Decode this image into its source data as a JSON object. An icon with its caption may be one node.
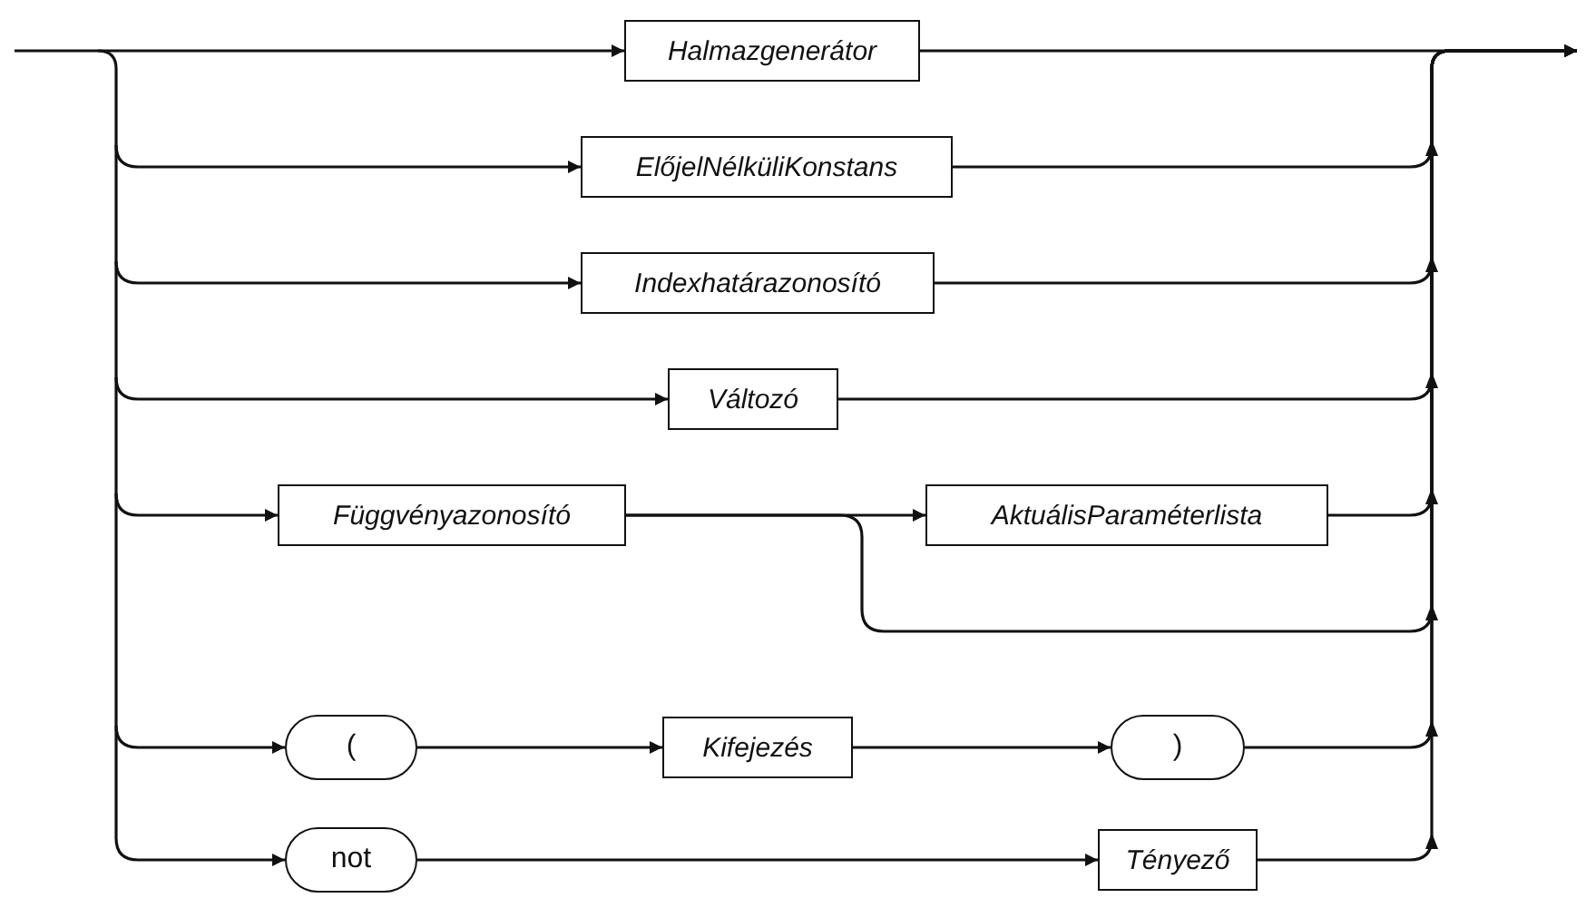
{
  "diagram": {
    "nodes": [
      {
        "text": [
          "Halmazgenerátor"
        ]
      },
      {
        "text": [
          "ElőjelNélküliKonstans"
        ]
      },
      {
        "text": [
          "Indexhatárazonosító"
        ]
      },
      {
        "text": [
          "Változó"
        ]
      },
      {
        "text": [
          "Függvényazonosító"
        ]
      },
      {
        "text": [
          "AktuálisParaméterlista"
        ]
      },
      {
        "text": [
          "("
        ]
      },
      {
        "text": [
          "Kifejezés"
        ]
      },
      {
        "text": [
          ")"
        ]
      },
      {
        "text": [
          "not"
        ]
      },
      {
        "text": [
          "Tényező"
        ]
      }
    ],
    "edges": [
      {
        "from": null,
        "to": 0,
        "arrow": "to"
      },
      {
        "from": null,
        "to": 1,
        "arrow": "to"
      },
      {
        "from": null,
        "to": 2,
        "arrow": "to"
      },
      {
        "from": null,
        "to": 3,
        "arrow": "to"
      },
      {
        "from": null,
        "to": 4,
        "arrow": "to"
      },
      {
        "from": null,
        "to": 6,
        "arrow": "to"
      },
      {
        "from": null,
        "to": 9,
        "arrow": "to"
      },
      {
        "from": 0,
        "to": null,
        "arrow": "to"
      },
      {
        "from": 1,
        "to": null,
        "arrow": "to"
      },
      {
        "from": 2,
        "to": null,
        "arrow": "to"
      },
      {
        "from": 3,
        "to": null,
        "arrow": "to"
      },
      {
        "from": 4,
        "to": 5,
        "arrow": "to"
      },
      {
        "from": 5,
        "to": null,
        "arrow": "to"
      },
      {
        "from": 4,
        "to": null,
        "arrow": "to"
      },
      {
        "from": 6,
        "to": 7,
        "arrow": "to"
      },
      {
        "from": 7,
        "to": 8,
        "arrow": "to"
      },
      {
        "from": 8,
        "to": null,
        "arrow": "to"
      },
      {
        "from": 9,
        "to": 10,
        "arrow": "to"
      },
      {
        "from": 10,
        "to": null,
        "arrow": "to"
      }
    ]
  }
}
